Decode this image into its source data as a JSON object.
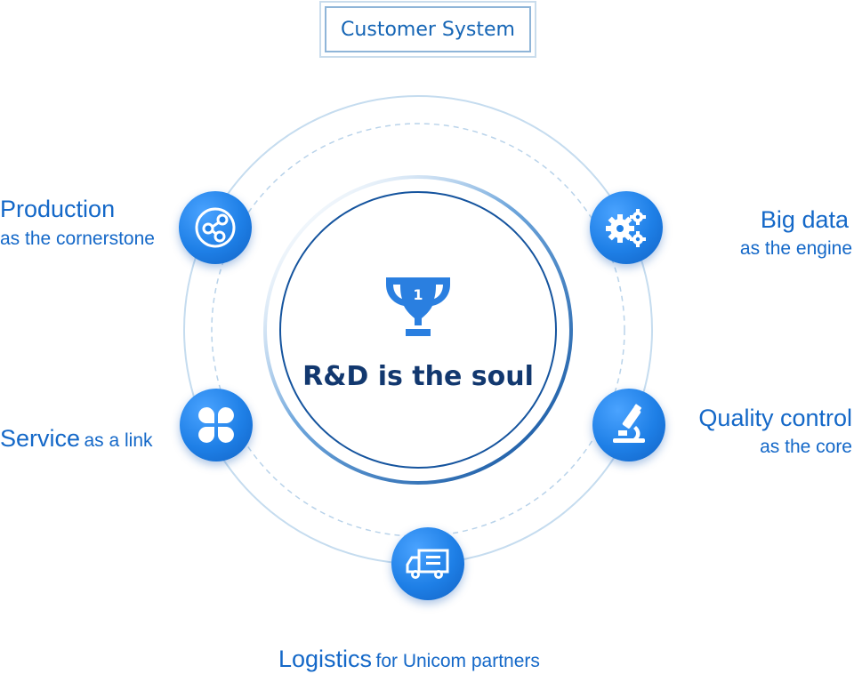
{
  "header": {
    "title": "Customer System"
  },
  "center": {
    "title": "R&D is the soul",
    "trophy_number": "1",
    "icon": "trophy-icon"
  },
  "nodes": {
    "production": {
      "title": "Production",
      "subtitle": "as the cornerstone",
      "icon": "share-nodes-icon"
    },
    "big_data": {
      "title": "Big data",
      "subtitle": "as the engine",
      "icon": "gears-icon"
    },
    "service": {
      "title": "Service",
      "subtitle": "as a link",
      "icon": "clover-icon"
    },
    "quality": {
      "title": "Quality control",
      "subtitle": "as the core",
      "icon": "microscope-icon"
    },
    "logistics": {
      "title": "Logistics",
      "subtitle": "for Unicom partners",
      "icon": "truck-icon"
    }
  },
  "colors": {
    "primary": "#1e7fe6",
    "dark_text": "#12386f",
    "ring": "#c5dcef",
    "accent_text": "#1468c8"
  }
}
